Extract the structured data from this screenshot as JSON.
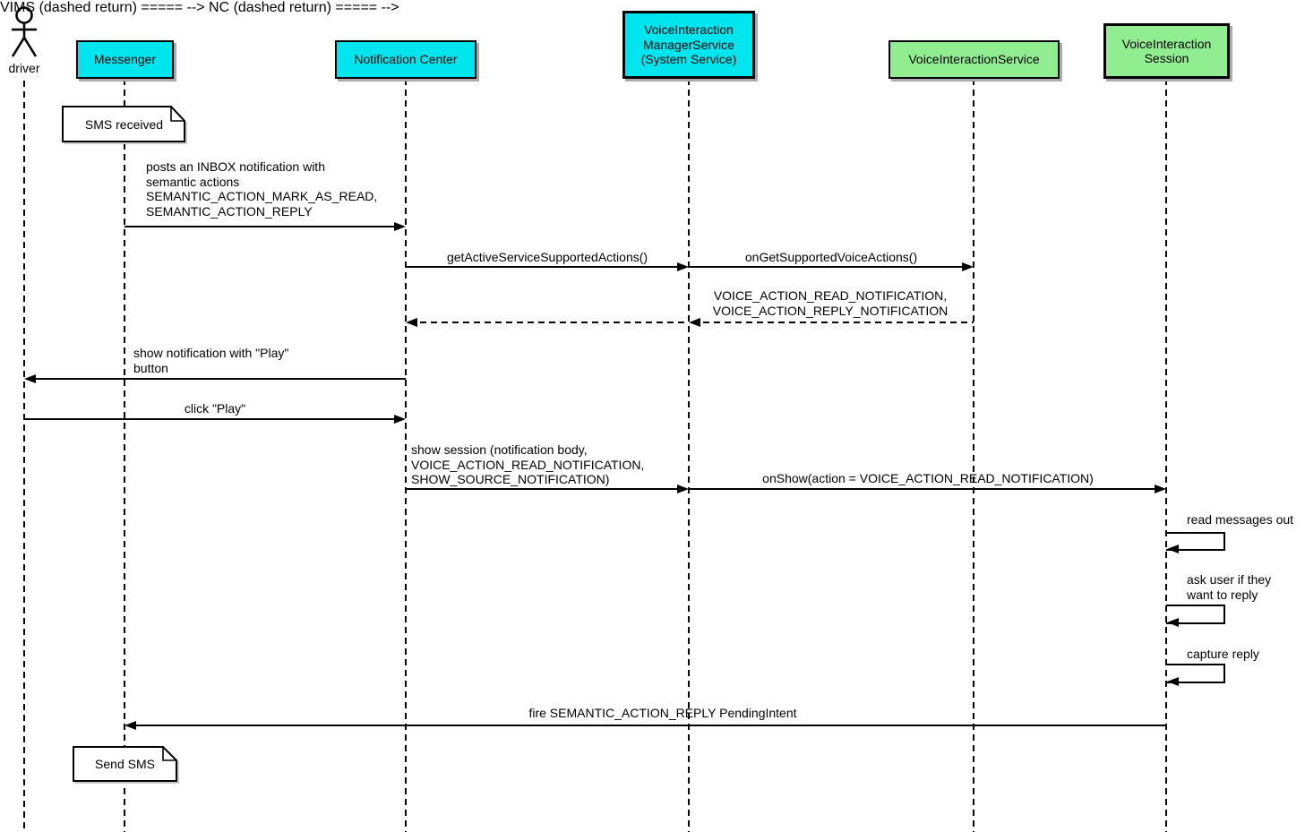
{
  "diagram": {
    "type": "uml-sequence-diagram",
    "colors": {
      "system_participant_fill": "#00e5ee",
      "voice_service_participant_fill": "#90ee90",
      "line": "#000000",
      "note_fill": "#ffffff",
      "shadow": "#ababab",
      "background": "#ffffff"
    },
    "participants": [
      {
        "label": "driver",
        "type": "actor"
      },
      {
        "label": "Messenger",
        "type": "box",
        "fill": "#00e5ee"
      },
      {
        "label": "Notification Center",
        "type": "box",
        "fill": "#00e5ee"
      },
      {
        "label": "VoiceInteraction\nManagerService\n(System Service)",
        "type": "box",
        "fill": "#00e5ee"
      },
      {
        "label": "VoiceInteractionService",
        "type": "box",
        "fill": "#90ee90"
      },
      {
        "label": "VoiceInteraction\nSession",
        "type": "box",
        "fill": "#90ee90"
      }
    ],
    "messages": [
      {
        "from": "Messenger",
        "to": "Notification Center",
        "style": "solid",
        "label": "posts an INBOX notification with\nsemantic actions\nSEMANTIC_ACTION_MARK_AS_READ,\nSEMANTIC_ACTION_REPLY"
      },
      {
        "from": "Notification Center",
        "to": "VoiceInteractionManagerService",
        "style": "solid",
        "label": "getActiveServiceSupportedActions()"
      },
      {
        "from": "VoiceInteractionManagerService",
        "to": "VoiceInteractionService",
        "style": "solid",
        "label": "onGetSupportedVoiceActions()"
      },
      {
        "from": "VoiceInteractionService",
        "to": "VoiceInteractionManagerService",
        "style": "dashed-return",
        "label": "VOICE_ACTION_READ_NOTIFICATION,\nVOICE_ACTION_REPLY_NOTIFICATION"
      },
      {
        "from": "VoiceInteractionManagerService",
        "to": "Notification Center",
        "style": "dashed-return",
        "label": ""
      },
      {
        "from": "Notification Center",
        "to": "driver",
        "style": "solid",
        "label": "show notification with \"Play\"\nbutton"
      },
      {
        "from": "driver",
        "to": "Notification Center",
        "style": "solid",
        "label": "click \"Play\""
      },
      {
        "from": "Notification Center",
        "to": "VoiceInteractionManagerService",
        "style": "solid",
        "label": "show session (notification body,\nVOICE_ACTION_READ_NOTIFICATION,\nSHOW_SOURCE_NOTIFICATION)"
      },
      {
        "from": "VoiceInteractionManagerService",
        "to": "VoiceInteractionSession",
        "style": "solid",
        "label": "onShow(action = VOICE_ACTION_READ_NOTIFICATION)"
      },
      {
        "from": "VoiceInteractionSession",
        "to": "VoiceInteractionSession",
        "style": "self",
        "label": "read messages out"
      },
      {
        "from": "VoiceInteractionSession",
        "to": "VoiceInteractionSession",
        "style": "self",
        "label": "ask user if they\nwant to reply"
      },
      {
        "from": "VoiceInteractionSession",
        "to": "VoiceInteractionSession",
        "style": "self",
        "label": "capture reply"
      },
      {
        "from": "VoiceInteractionSession",
        "to": "Messenger",
        "style": "solid",
        "label": "fire SEMANTIC_ACTION_REPLY PendingIntent"
      }
    ],
    "notes": [
      {
        "attached_to": "Messenger",
        "text": "SMS received"
      },
      {
        "attached_to": "Messenger",
        "text": "Send SMS"
      }
    ]
  }
}
